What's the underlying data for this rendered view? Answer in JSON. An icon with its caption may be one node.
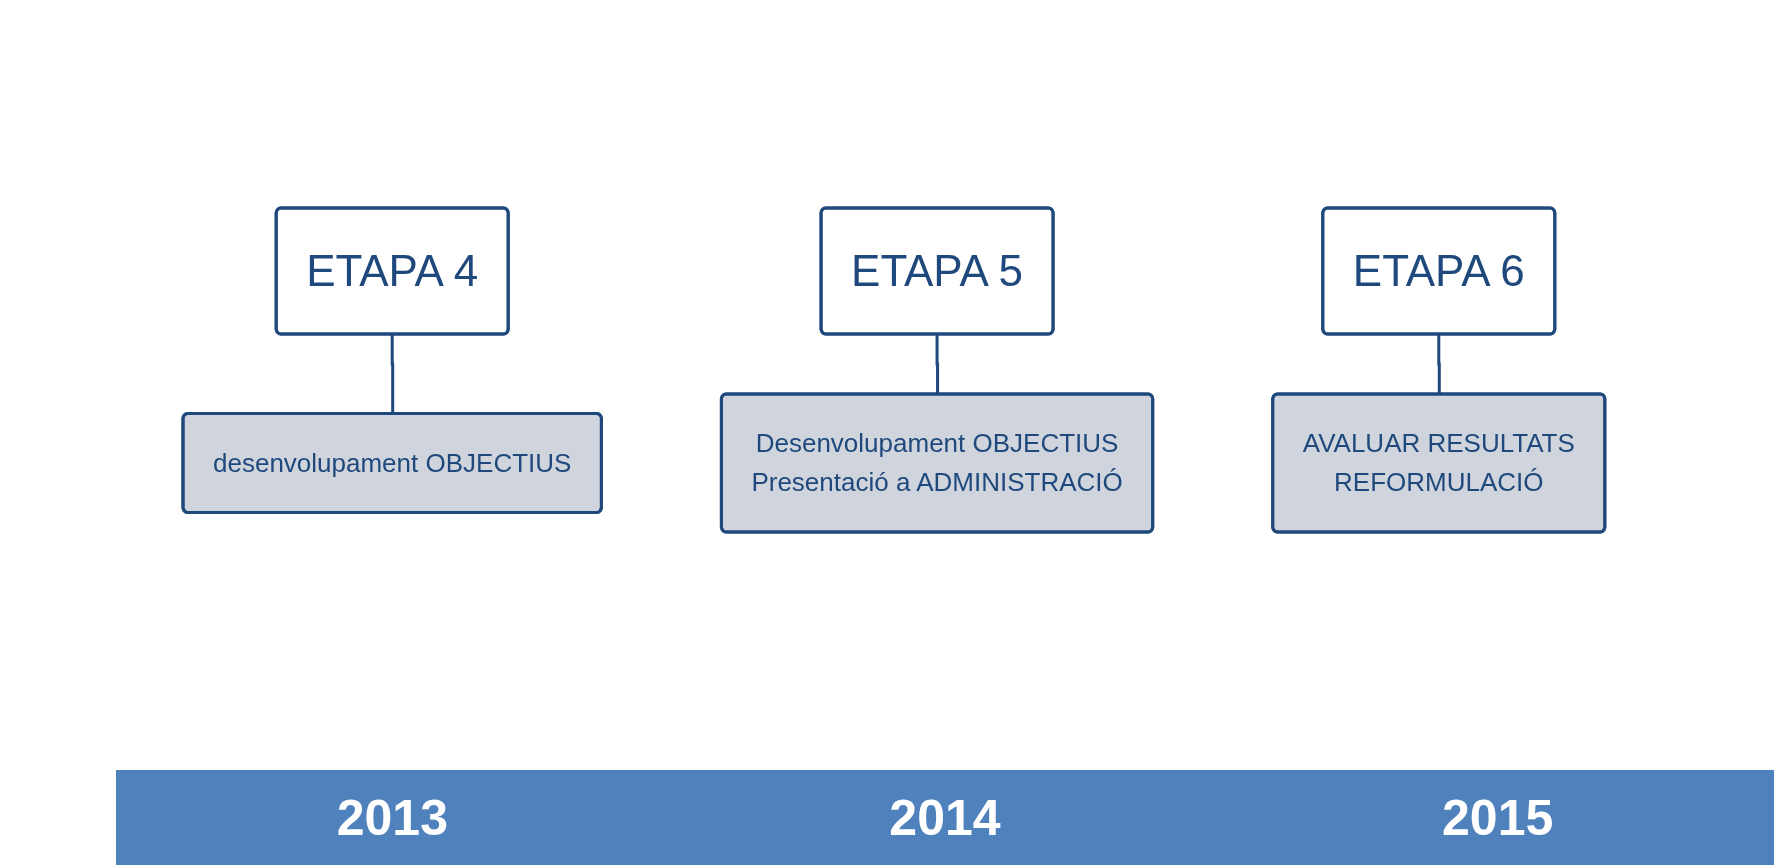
{
  "diagram": {
    "nodes": [
      {
        "text": [
          "ETAPA 4"
        ]
      },
      {
        "text": [
          "desenvolupament OBJECTIUS"
        ]
      },
      {
        "text": [
          "ETAPA 5"
        ]
      },
      {
        "text": [
          "Desenvolupament OBJECTIUS",
          "Presentació a ADMINISTRACIÓ"
        ]
      },
      {
        "text": [
          "ETAPA 6"
        ]
      },
      {
        "text": [
          "AVALUAR RESULTATS",
          "REFORMULACIÓ"
        ]
      }
    ],
    "edges": [
      {
        "from": 0,
        "to": 1,
        "arrow": "none"
      },
      {
        "from": 2,
        "to": 3,
        "arrow": "none"
      },
      {
        "from": 4,
        "to": 5,
        "arrow": "none"
      }
    ],
    "labels": [
      "2013",
      "2014",
      "2015"
    ]
  }
}
